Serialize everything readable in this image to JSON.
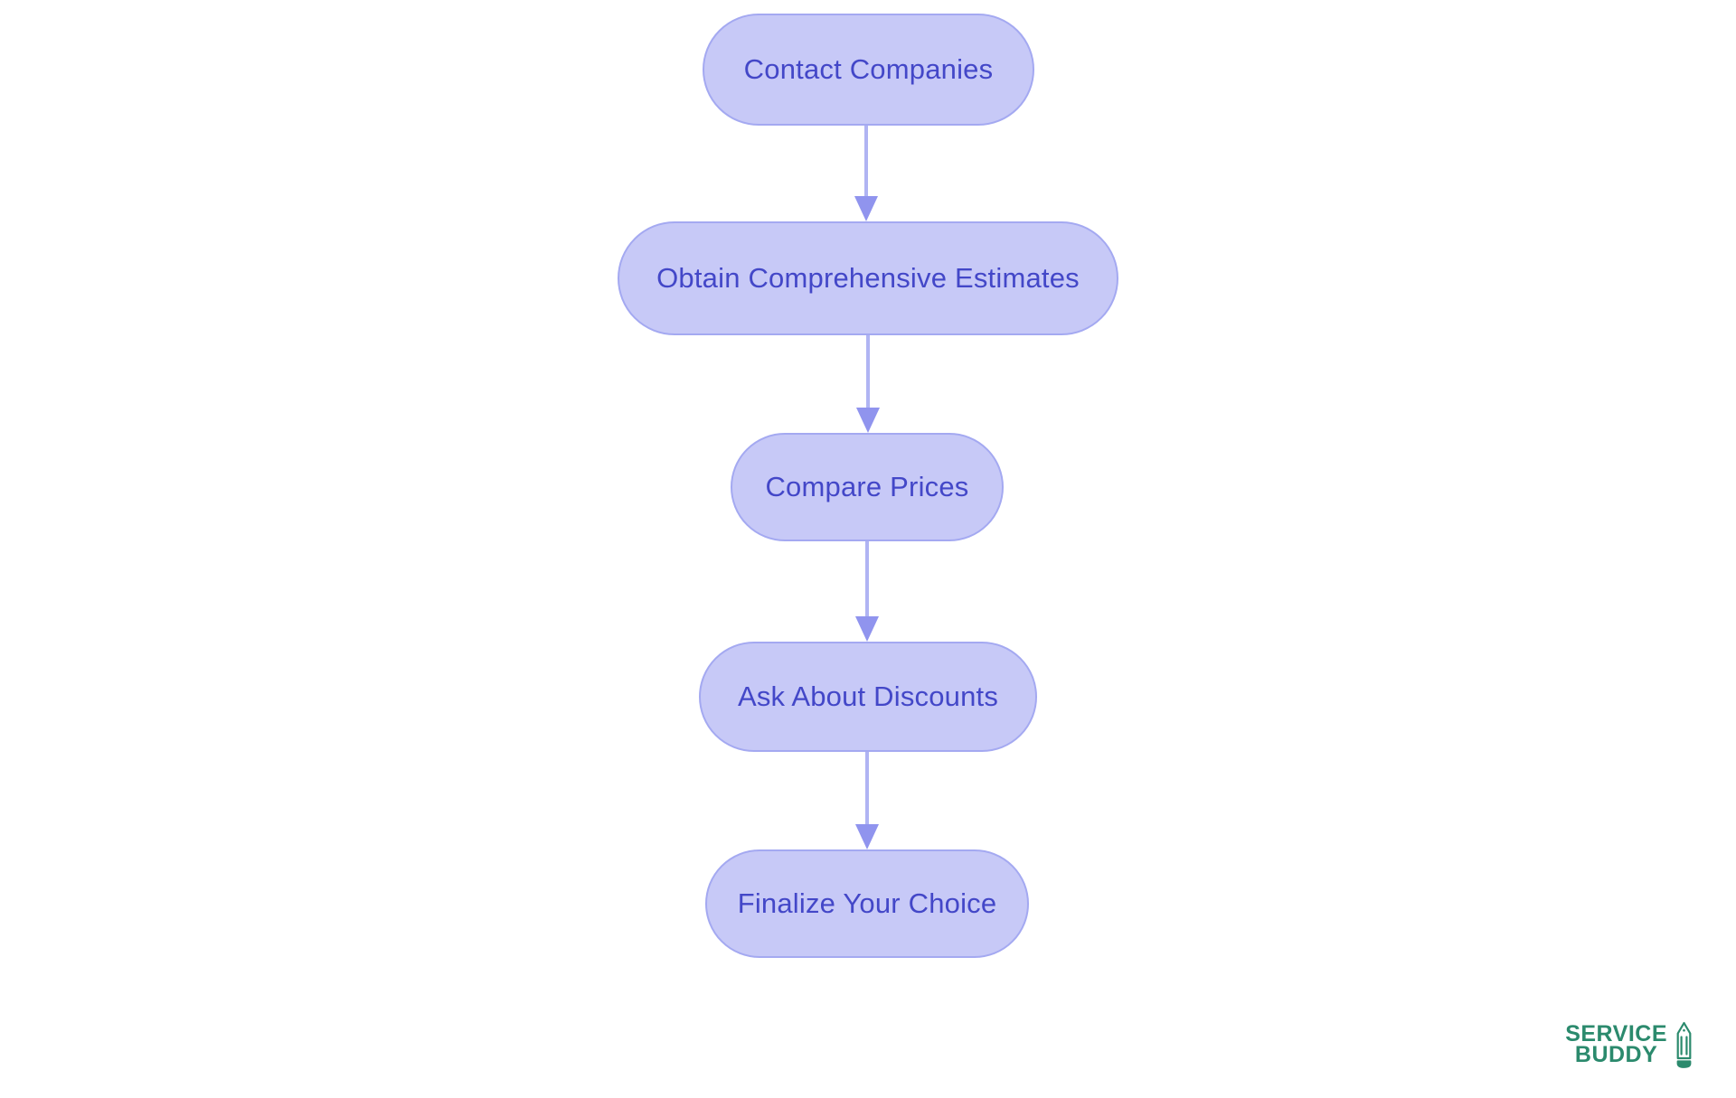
{
  "flowchart": {
    "nodes": [
      {
        "id": "contact-companies",
        "label": "Contact Companies"
      },
      {
        "id": "obtain-comprehensive-estimates",
        "label": "Obtain Comprehensive Estimates"
      },
      {
        "id": "compare-prices",
        "label": "Compare Prices"
      },
      {
        "id": "ask-about-discounts",
        "label": "Ask About Discounts"
      },
      {
        "id": "finalize-your-choice",
        "label": "Finalize Your Choice"
      }
    ],
    "connector_count": 4,
    "colors": {
      "node_fill": "#c7c9f7",
      "node_border": "#a4a9f1",
      "node_text": "#4347c8",
      "arrow_line": "#b0b4f3",
      "arrow_head": "#9094ee",
      "background": "#ffffff"
    }
  },
  "branding": {
    "logo_line1": "SERVICE",
    "logo_line2": "BUDDY",
    "logo_icon": "pencil-icon",
    "logo_color": "#2b8a6d"
  }
}
